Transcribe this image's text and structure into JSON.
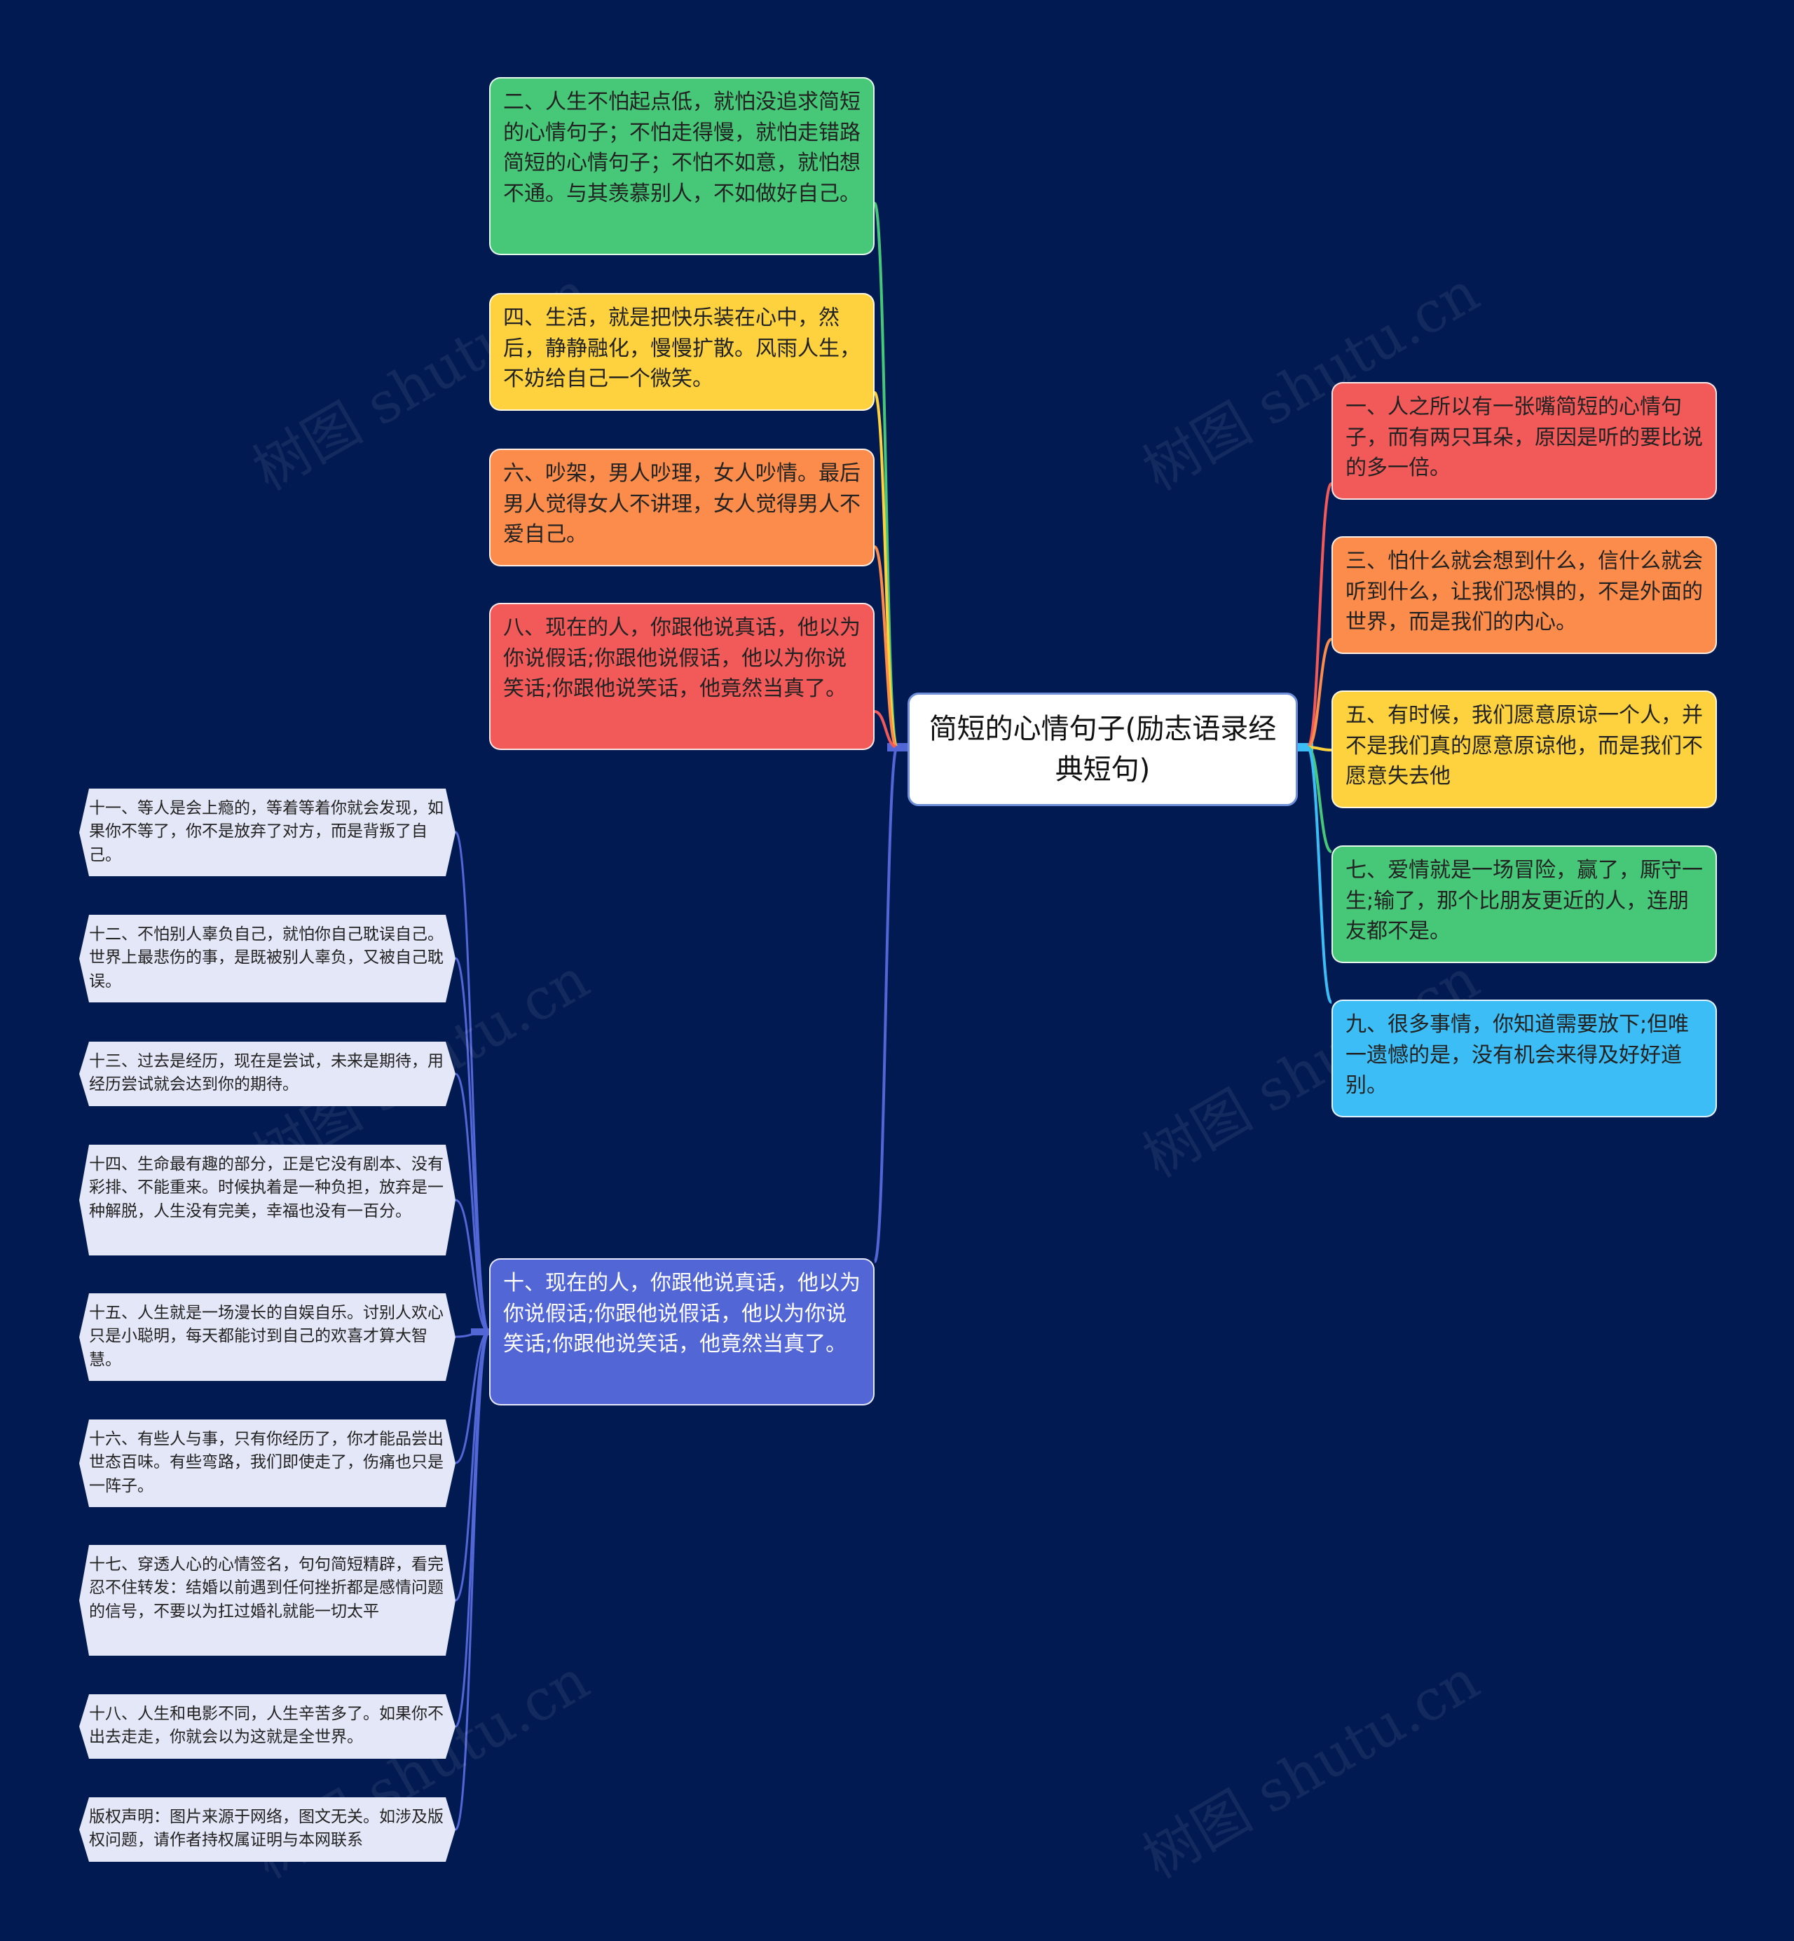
{
  "center": {
    "title": "简短的心情句子(励志语录经典短句)"
  },
  "left_nodes": [
    {
      "text": "二、人生不怕起点低，就怕没追求简短的心情句子；不怕走得慢，就怕走错路简短的心情句子；不怕不如意，就怕想不通。与其羡慕别人，不如做好自己。",
      "color": "#47c878"
    },
    {
      "text": "四、生活，就是把快乐装在心中，然后，静静融化，慢慢扩散。风雨人生，不妨给自己一个微笑。",
      "color": "#fdd23e"
    },
    {
      "text": "六、吵架，男人吵理，女人吵情。最后男人觉得女人不讲理，女人觉得男人不爱自己。",
      "color": "#fb8c4b"
    },
    {
      "text": "八、现在的人，你跟他说真话，他以为你说假话;你跟他说假话，他以为你说笑话;你跟他说笑话，他竟然当真了。",
      "color": "#f25a5a"
    },
    {
      "text": "十、现在的人，你跟他说真话，他以为你说假话;你跟他说假话，他以为你说笑话;你跟他说笑话，他竟然当真了。",
      "color": "#5366d6"
    }
  ],
  "right_nodes": [
    {
      "text": "一、人之所以有一张嘴简短的心情句子，而有两只耳朵，原因是听的要比说的多一倍。",
      "color": "#f25a5a"
    },
    {
      "text": "三、怕什么就会想到什么，信什么就会听到什么，让我们恐惧的，不是外面的世界，而是我们的内心。",
      "color": "#fb8c4b"
    },
    {
      "text": "五、有时候，我们愿意原谅一个人，并不是我们真的愿意原谅他，而是我们不愿意失去他",
      "color": "#fdd23e"
    },
    {
      "text": "七、爱情就是一场冒险，赢了，厮守一生;输了，那个比朋友更近的人，连朋友都不是。",
      "color": "#47c878"
    },
    {
      "text": "九、很多事情，你知道需要放下;但唯一遗憾的是，没有机会来得及好好道别。",
      "color": "#3cbdf5"
    }
  ],
  "leaves": [
    {
      "text": "十一、等人是会上瘾的，等着等着你就会发现，如果你不等了，你不是放弃了对方，而是背叛了自己。"
    },
    {
      "text": "十二、不怕别人辜负自己，就怕你自己耽误自己。世界上最悲伤的事，是既被别人辜负，又被自己耽误。"
    },
    {
      "text": "十三、过去是经历，现在是尝试，未来是期待，用经历尝试就会达到你的期待。"
    },
    {
      "text": "十四、生命最有趣的部分，正是它没有剧本、没有彩排、不能重来。时候执着是一种负担，放弃是一种解脱，人生没有完美，幸福也没有一百分。"
    },
    {
      "text": "十五、人生就是一场漫长的自娱自乐。讨别人欢心只是小聪明，每天都能讨到自己的欢喜才算大智慧。"
    },
    {
      "text": "十六、有些人与事，只有你经历了，你才能品尝出世态百味。有些弯路，我们即使走了，伤痛也只是一阵子。"
    },
    {
      "text": "十七、穿透人心的心情签名，句句简短精辟，看完忍不住转发：结婚以前遇到任何挫折都是感情问题的信号，不要以为扛过婚礼就能一切太平"
    },
    {
      "text": "十八、人生和电影不同，人生辛苦多了。如果你不出去走走，你就会以为这就是全世界。"
    },
    {
      "text": "版权声明：图片来源于网络，图文无关。如涉及版权问题，请作者持权属证明与本网联系"
    }
  ],
  "watermarks": [
    "树图 shutu.cn",
    "树图 shutu.cn",
    "树图 shutu.cn",
    "树图 shutu.cn",
    "树图 shutu.cn",
    "树图 shutu.cn"
  ],
  "colors": {
    "background": "#021a52",
    "leaf_fill": "#e4e7f7",
    "connector_blue": "#5366d6"
  }
}
